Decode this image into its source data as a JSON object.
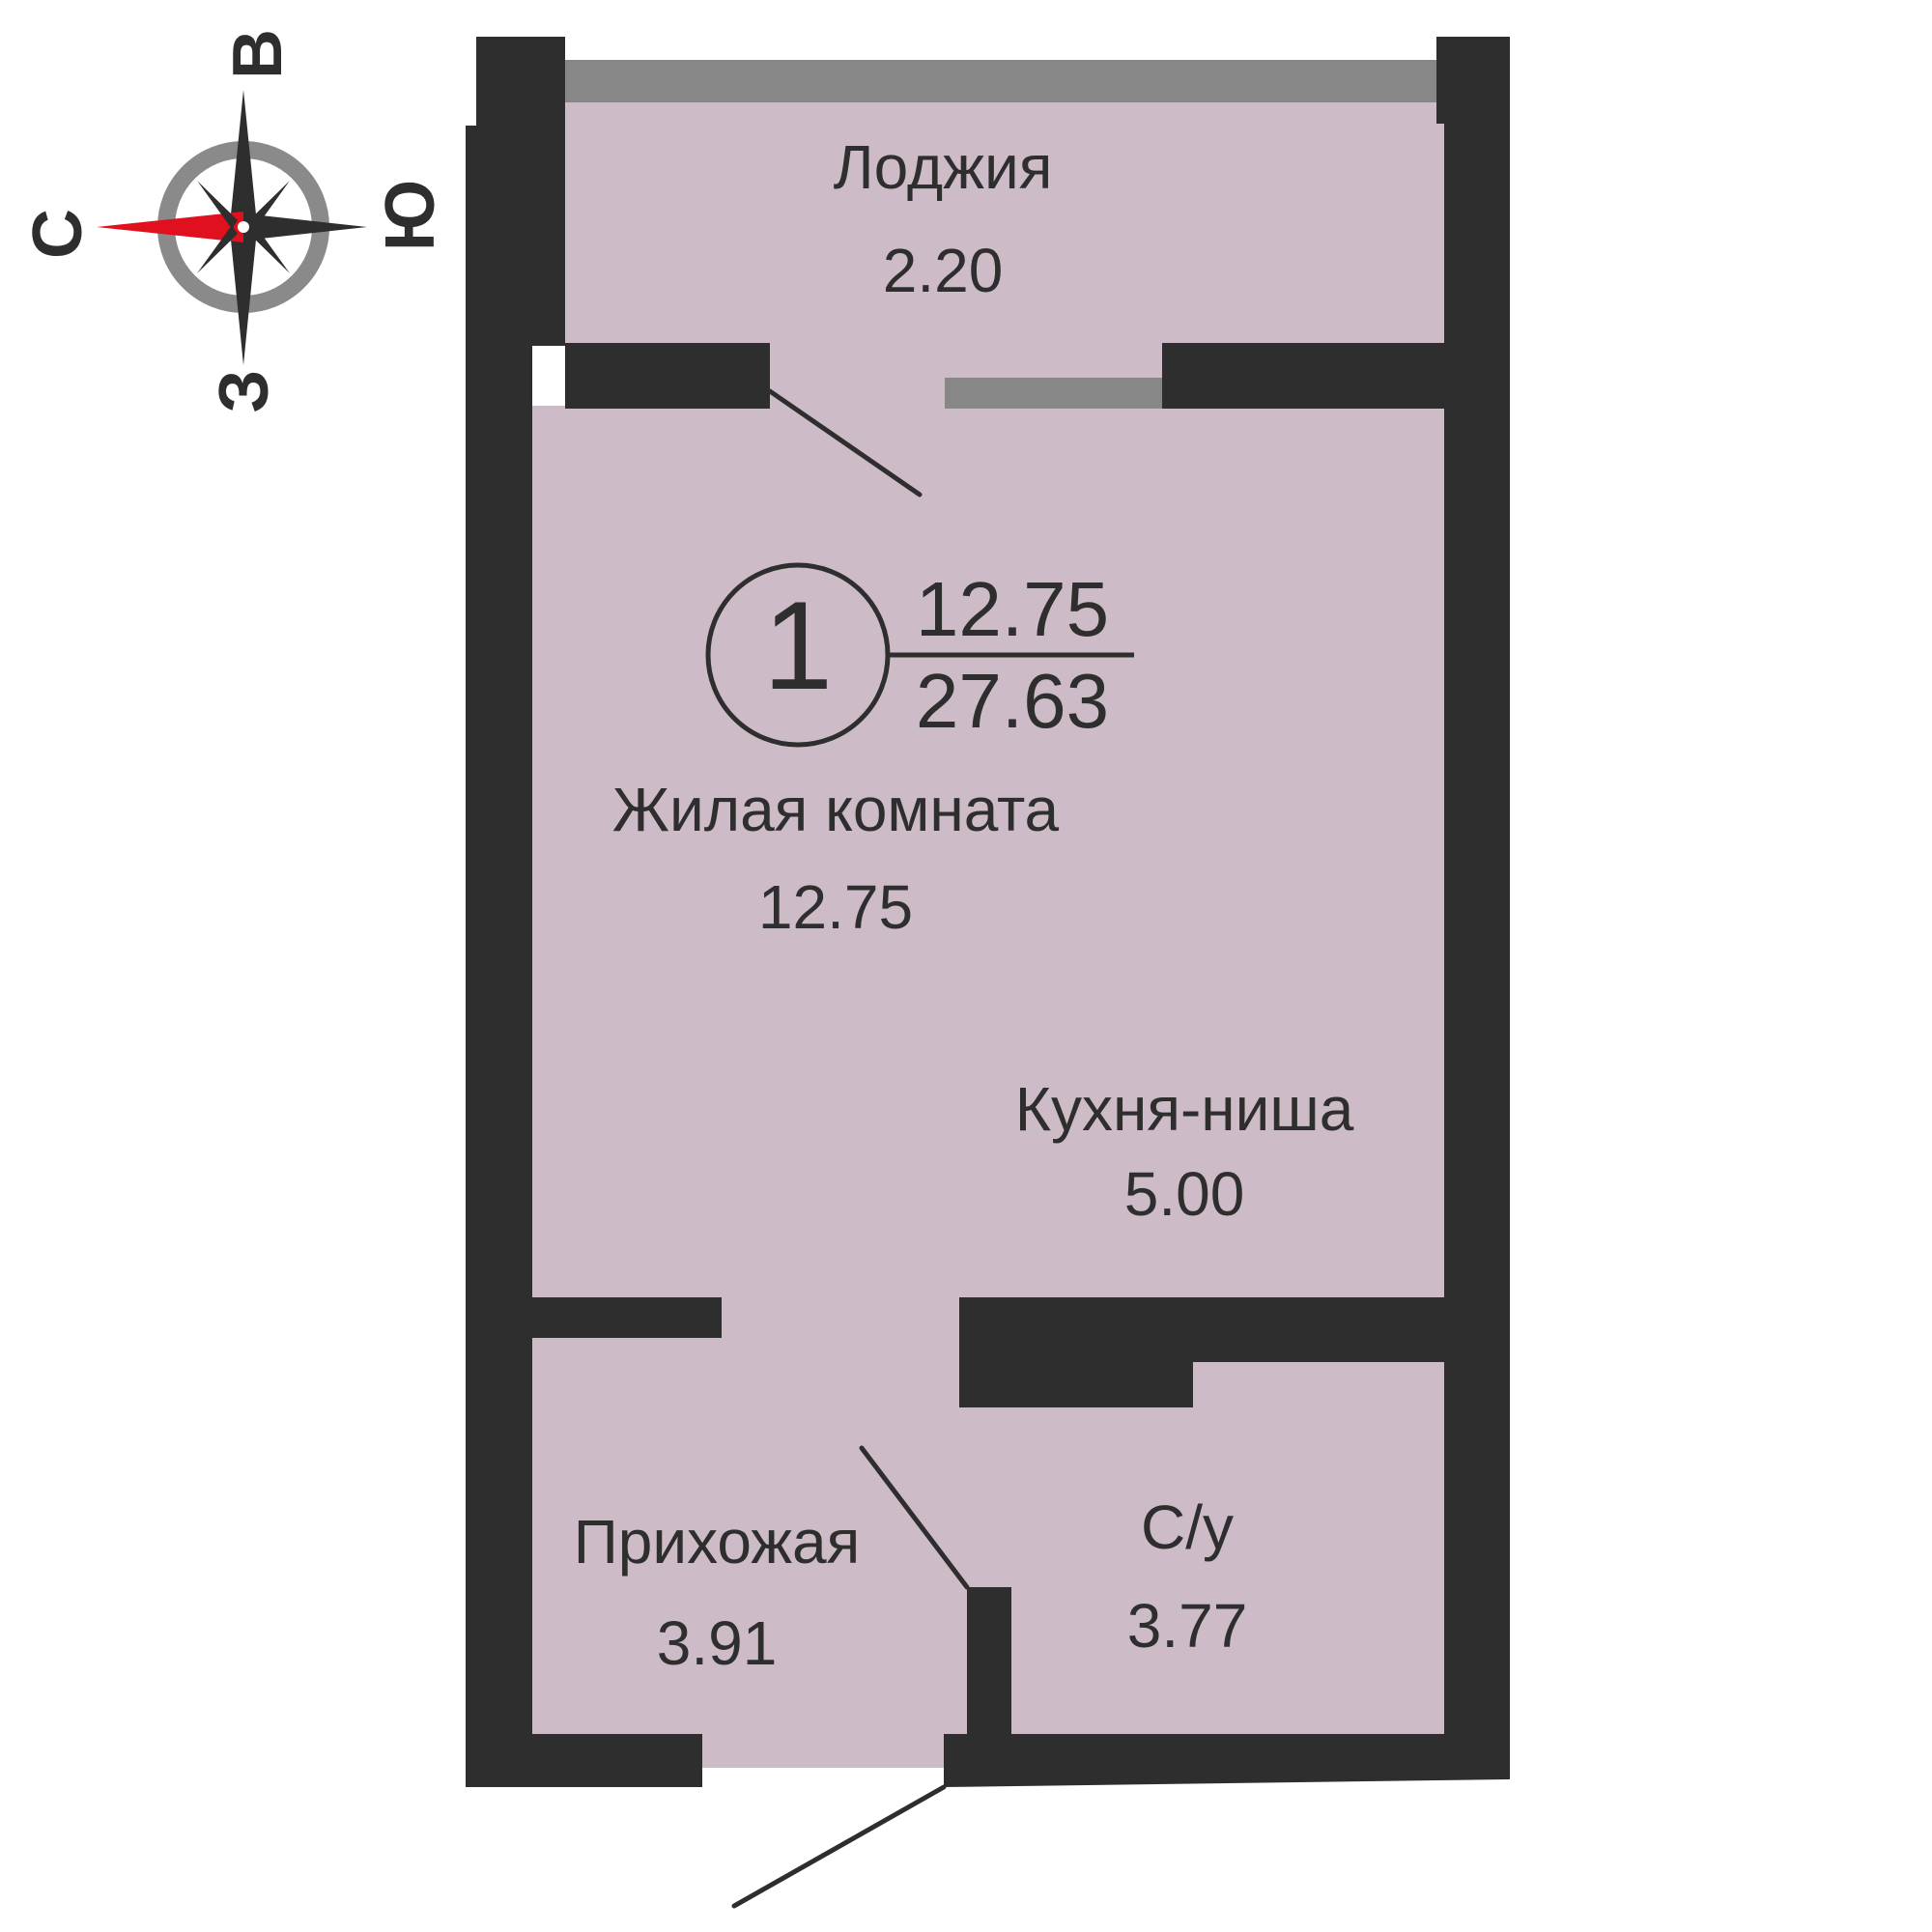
{
  "colors": {
    "wall": "#2e2e2e",
    "floor": "#cdbcc8",
    "glazing": "#878787",
    "text": "#2e2e2e",
    "compass_ring": "#8a8a8a",
    "compass_north": "#e0101e",
    "background": "#ffffff"
  },
  "compass": {
    "top": "В",
    "bottom": "З",
    "left": "С",
    "right": "Ю"
  },
  "rooms": {
    "loggia": {
      "name": "Лоджия",
      "area": "2.20"
    },
    "living": {
      "name": "Жилая комната",
      "area": "12.75"
    },
    "kitchen": {
      "name": "Кухня-ниша",
      "area": "5.00"
    },
    "hall": {
      "name": "Прихожая",
      "area": "3.91"
    },
    "bathroom": {
      "name": "С/у",
      "area": "3.77"
    }
  },
  "summary": {
    "rooms_count": "1",
    "living_area": "12.75",
    "total_area": "27.63"
  }
}
